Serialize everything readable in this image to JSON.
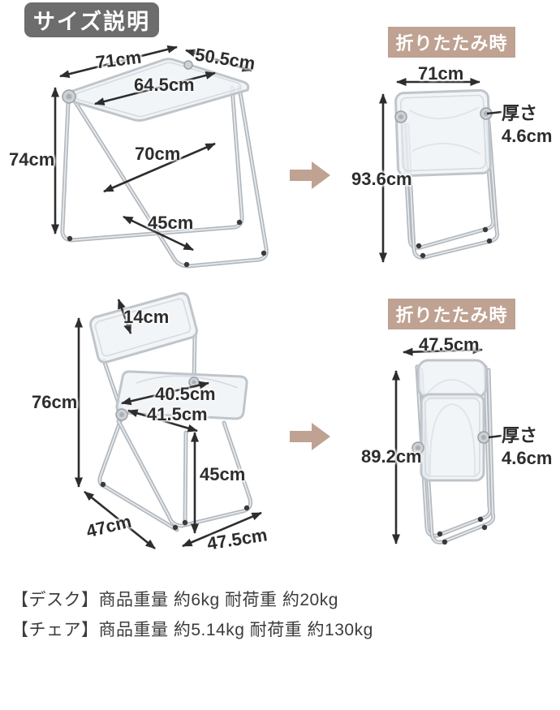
{
  "title_badge": "サイズ説明",
  "folded_label": "折りたたみ時",
  "desk": {
    "width": "71cm",
    "depth": "50.5cm",
    "surface_width": "64.5cm",
    "height": "74cm",
    "leg_span": "70cm",
    "rail_width": "45cm"
  },
  "desk_folded": {
    "width": "71cm",
    "height": "93.6cm",
    "thickness": "厚さ\n4.6cm"
  },
  "chair": {
    "backrest_height": "14cm",
    "height": "76cm",
    "seat_width": "40.5cm",
    "seat_depth": "41.5cm",
    "seat_height": "45cm",
    "depth": "47cm",
    "width": "47.5cm"
  },
  "chair_folded": {
    "width": "47.5cm",
    "height": "89.2cm",
    "thickness": "厚さ\n4.6cm"
  },
  "notes": {
    "desk": "【デスク】商品重量 約6kg 耐荷重 約20kg",
    "chair": "【チェア】商品重量 約5.14kg 耐荷重 約130kg"
  },
  "colors": {
    "badge_bg": "#6d6d6d",
    "folded_header_bg": "#bfa292",
    "block_arrow": "#bfa292",
    "dimension_text": "#2d2d2d",
    "chrome": "#b3b9bf"
  }
}
